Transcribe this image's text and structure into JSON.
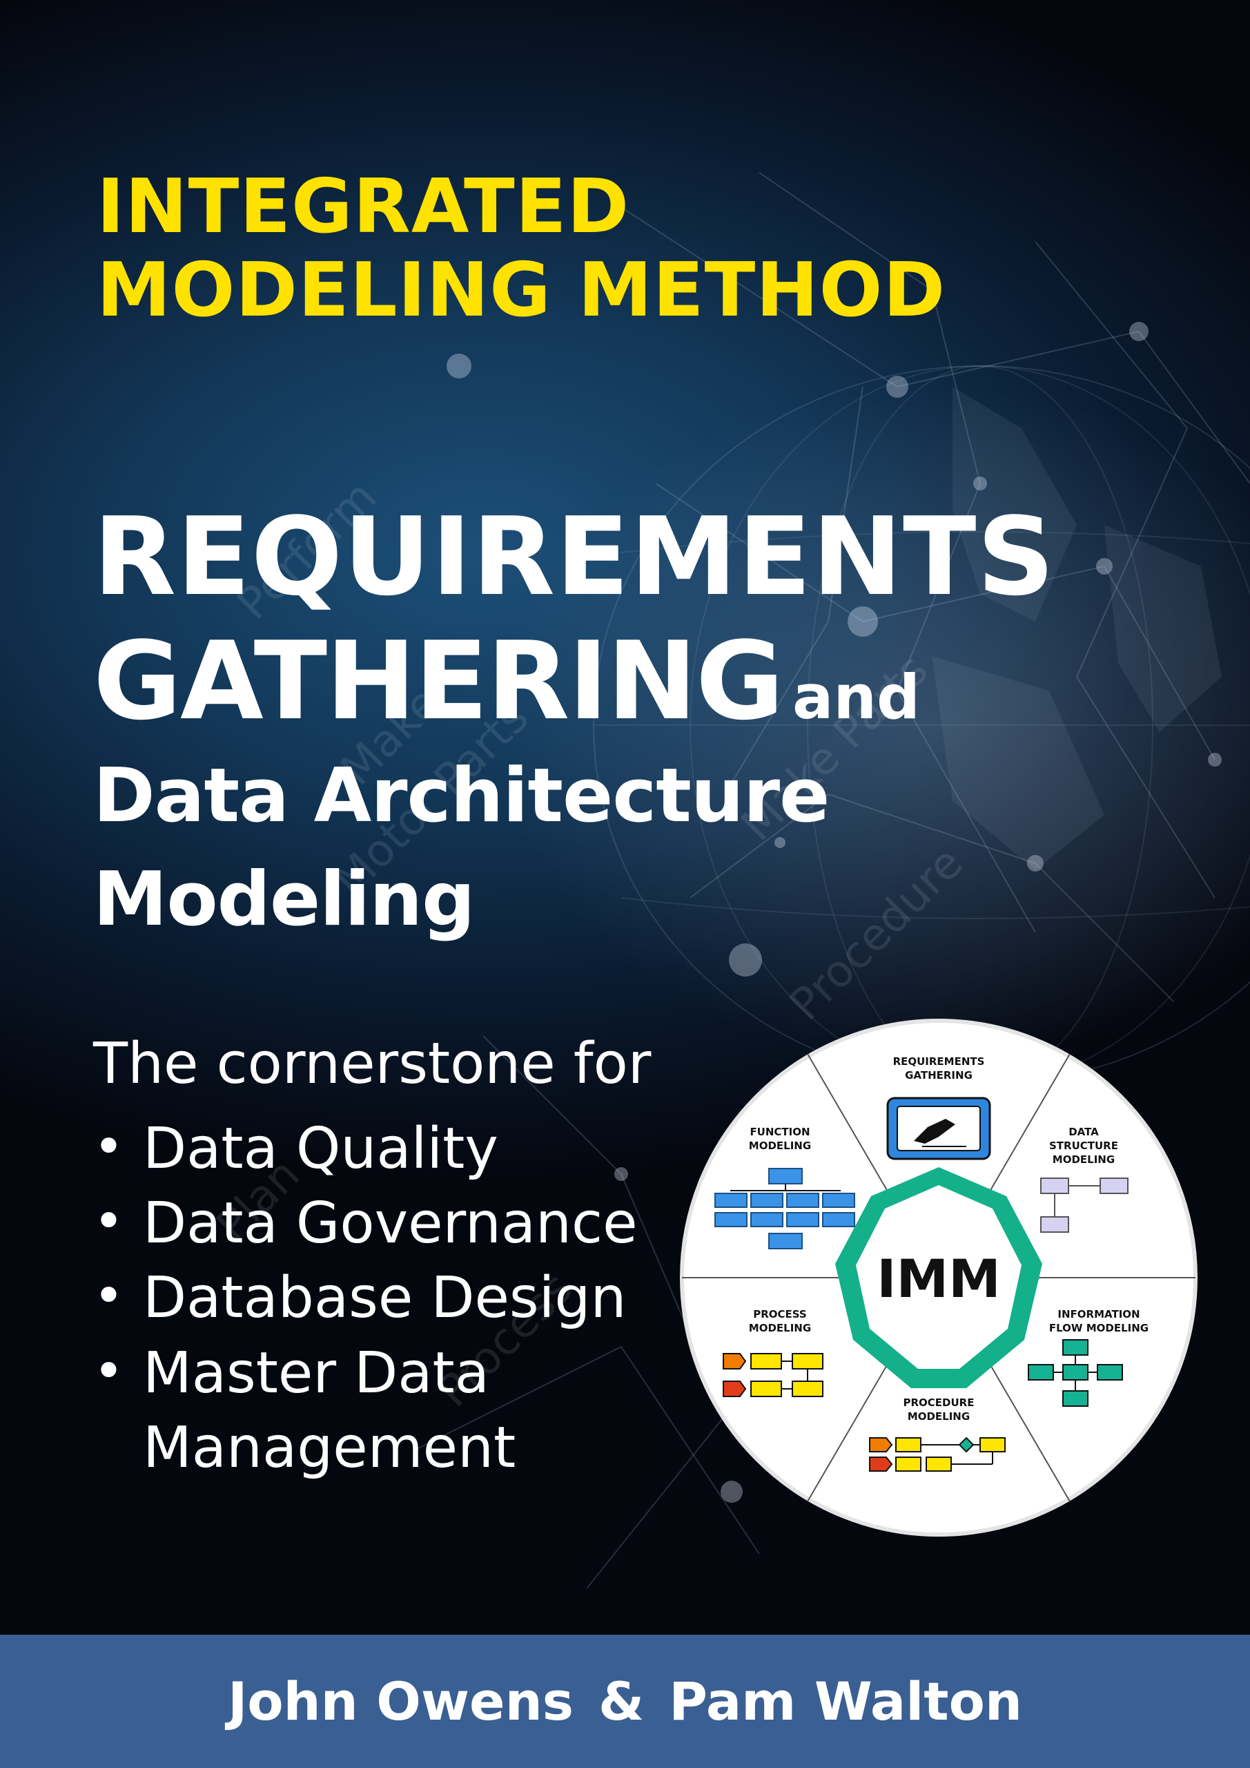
{
  "cover": {
    "series": [
      "INTEGRATED",
      "MODELING METHOD"
    ],
    "title": {
      "line1": "REQUIREMENTS",
      "line2": "GATHERING",
      "connector": "and",
      "line3": "Data Architecture",
      "line4": "Modeling"
    },
    "purpose": {
      "intro": "The cornerstone for",
      "items": [
        "Data Quality",
        "Data Governance",
        "Database Design",
        "Master Data"
      ],
      "last_item_continuation": "Management"
    },
    "authors": [
      "John Owens",
      "Pam Walton"
    ],
    "author_separator": "&"
  },
  "diagram": {
    "center_label": "IMM",
    "segments": [
      {
        "line1": "REQUIREMENTS",
        "line2": "GATHERING",
        "line3": ""
      },
      {
        "line1": "DATA",
        "line2": "STRUCTURE",
        "line3": "MODELING"
      },
      {
        "line1": "INFORMATION",
        "line2": "FLOW MODELING",
        "line3": ""
      },
      {
        "line1": "PROCEDURE",
        "line2": "MODELING",
        "line3": ""
      },
      {
        "line1": "PROCESS",
        "line2": "MODELING",
        "line3": ""
      },
      {
        "line1": "FUNCTION",
        "line2": "MODELING",
        "line3": ""
      }
    ]
  },
  "watermark_words": [
    "Perform",
    "Make",
    "Motor Parts",
    "Plan",
    "Procedure",
    "Make Parts",
    "Process"
  ],
  "colors": {
    "series_yellow": "#ffe200",
    "footer_blue": "#3a5f93",
    "octagon_green": "#14b08a",
    "function_blue": "#3a93e6",
    "process_yellow": "#ffe600",
    "process_orange": "#f07d00",
    "process_red": "#e23b1a",
    "flow_teal": "#16b294",
    "structure_lavender": "#d5d2f2"
  }
}
